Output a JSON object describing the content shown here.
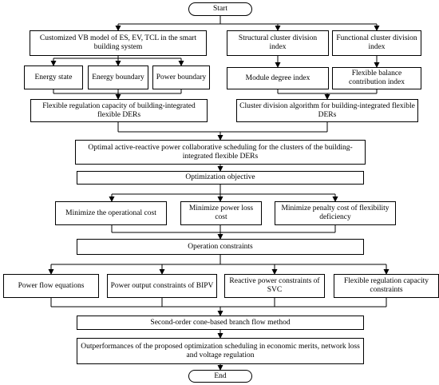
{
  "flowchart": {
    "start": "Start",
    "ve_model": "Customized VB model of ES, EV, TCL in the smart building system",
    "energy_state": "Energy state",
    "energy_boundary": "Energy boundary",
    "power_boundary": "Power boundary",
    "flexible_capacity": "Flexible regulation capacity of building-integrated flexible DERs",
    "structural_index": "Structural cluster division index",
    "functional_index": "Functional cluster division index",
    "module_degree": "Module degree index",
    "flexible_balance": "Flexible balance contribution index",
    "cluster_algorithm": "Cluster division algorithm for building-integrated flexible DERs",
    "optimal_scheduling": "Optimal active-reactive power collaborative scheduling for the clusters of the building-integrated flexible DERs",
    "optimization_objective": "Optimization objective",
    "min_operational_cost": "Minimize the operational cost",
    "min_power_loss": "Minimize power loss cost",
    "min_penalty": "Minimize penalty cost of flexibility deficiency",
    "operation_constraints": "Operation constraints",
    "power_flow": "Power flow equations",
    "bipv": "Power output constraints of BIPV",
    "svc": "Reactive power constraints of SVC",
    "flex_capacity_constraints": "Flexible regulation capacity constraints",
    "socp": "Second-order cone-based branch flow method",
    "outperformances": "Outperformances of the proposed optimization scheduling in economic merits, network loss and voltage regulation",
    "end": "End"
  }
}
